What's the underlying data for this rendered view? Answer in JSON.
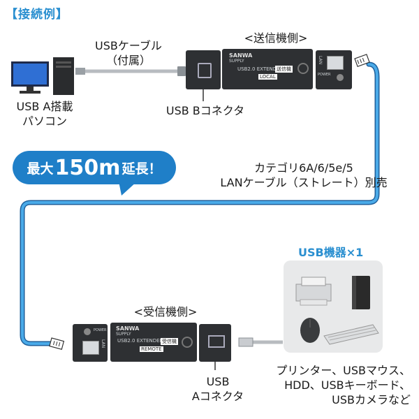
{
  "title": "【接続例】",
  "usb_cable": {
    "line1": "USBケーブル",
    "line2": "（付属）"
  },
  "transmitter": {
    "heading": "<送信機側>",
    "brand": "SANWA",
    "brand_sub": "SUPPLY",
    "model": "USB2.0 EXTENDER",
    "tag": "LOCAL",
    "role_badge": "送信機",
    "port_lan": "LAN",
    "port_power": "POWER"
  },
  "receiver": {
    "heading": "<受信機側>",
    "brand": "SANWA",
    "brand_sub": "SUPPLY",
    "model": "USB2.0 EXTENDER",
    "tag": "REMOTE",
    "role_badge": "受信機",
    "port_lan": "LAN",
    "port_power": "POWER"
  },
  "pc_label": {
    "line1": "USB A搭載",
    "line2": "パソコン"
  },
  "usb_b_label": "USB Bコネクタ",
  "bubble": {
    "prefix": "最大",
    "number": "150m",
    "suffix": "延長！"
  },
  "lan_cable": {
    "line1": "カテゴリ6A/6/5e/5",
    "line2": "LANケーブル（ストレート）別売"
  },
  "usb_devices": {
    "heading": "USB機器×1",
    "line1": "プリンター、USBマウス、",
    "line2": "HDD、USBキーボード、",
    "line3": "USBカメラなど"
  },
  "usb_a_label": {
    "line1": "USB",
    "line2": "Aコネクタ"
  },
  "colors": {
    "accent": "#2a8fd0",
    "bubble": "#1f7fc8",
    "cable_blue": "#3a9fe0",
    "device_dark": "#2e3033"
  }
}
